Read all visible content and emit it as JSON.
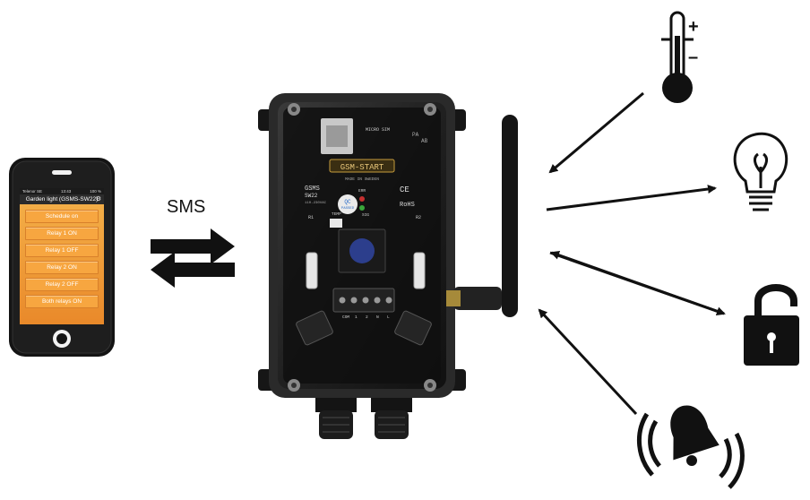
{
  "sms_label": "SMS",
  "phone": {
    "status_carrier": "Telenor SE",
    "status_time": "13:43",
    "status_battery": "100 %",
    "app_title": "Garden light (GSMS-SW22)",
    "buttons": [
      "Schedule on",
      "Relay 1 ON",
      "Relay 1 OFF",
      "Relay 2 ON",
      "Relay 2 OFF",
      "Both relays ON"
    ]
  },
  "device": {
    "brand": "GSM-START",
    "made_in": "MADE IN SWEDEN",
    "model_line1": "GSMS",
    "model_line2": "SW22",
    "voltage": "110-230VAC",
    "qc_top": "QC",
    "qc_bottom": "PASSED",
    "sim_label": "MICRO SIM",
    "err_label": "ERR",
    "sig_label": "SIG",
    "r1_label": "R1",
    "r2_label": "R2",
    "temp_label": "TEMP",
    "ce_label": "CE",
    "rohs_label": "RoHS",
    "pa_label": "PA",
    "ab_label": "AB",
    "terminal_labels": [
      "COM",
      "1",
      "2",
      "N",
      "L"
    ]
  },
  "icons": {
    "thermometer_plus": "+",
    "thermometer_minus": "–"
  },
  "colors": {
    "phone_body": "#1a1a1a",
    "screen_orange": "#f0a03c",
    "device_body": "#1c1c1c",
    "icon_black": "#111111"
  }
}
